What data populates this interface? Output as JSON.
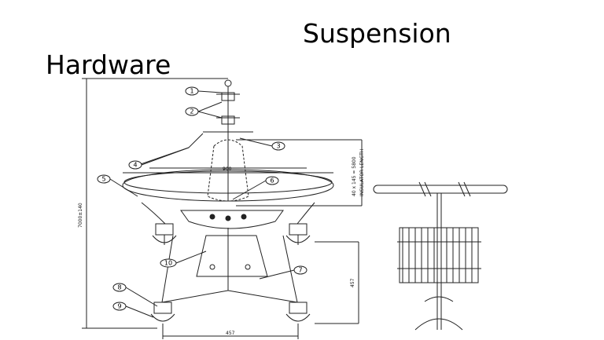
{
  "title": {
    "line1": "Suspension",
    "line2": "Hardware"
  },
  "drawing": {
    "part_numbers": [
      "1",
      "2",
      "3",
      "4",
      "5",
      "6",
      "7",
      "8",
      "9",
      "10"
    ],
    "dimensions": {
      "overall_height": "7000±140",
      "top_width": "900",
      "insulator_spec": "40 x 145 = 5800",
      "insulator_label": "INSULATOR LENGTH",
      "bottom_height": "457",
      "bottom_width": "457"
    }
  }
}
